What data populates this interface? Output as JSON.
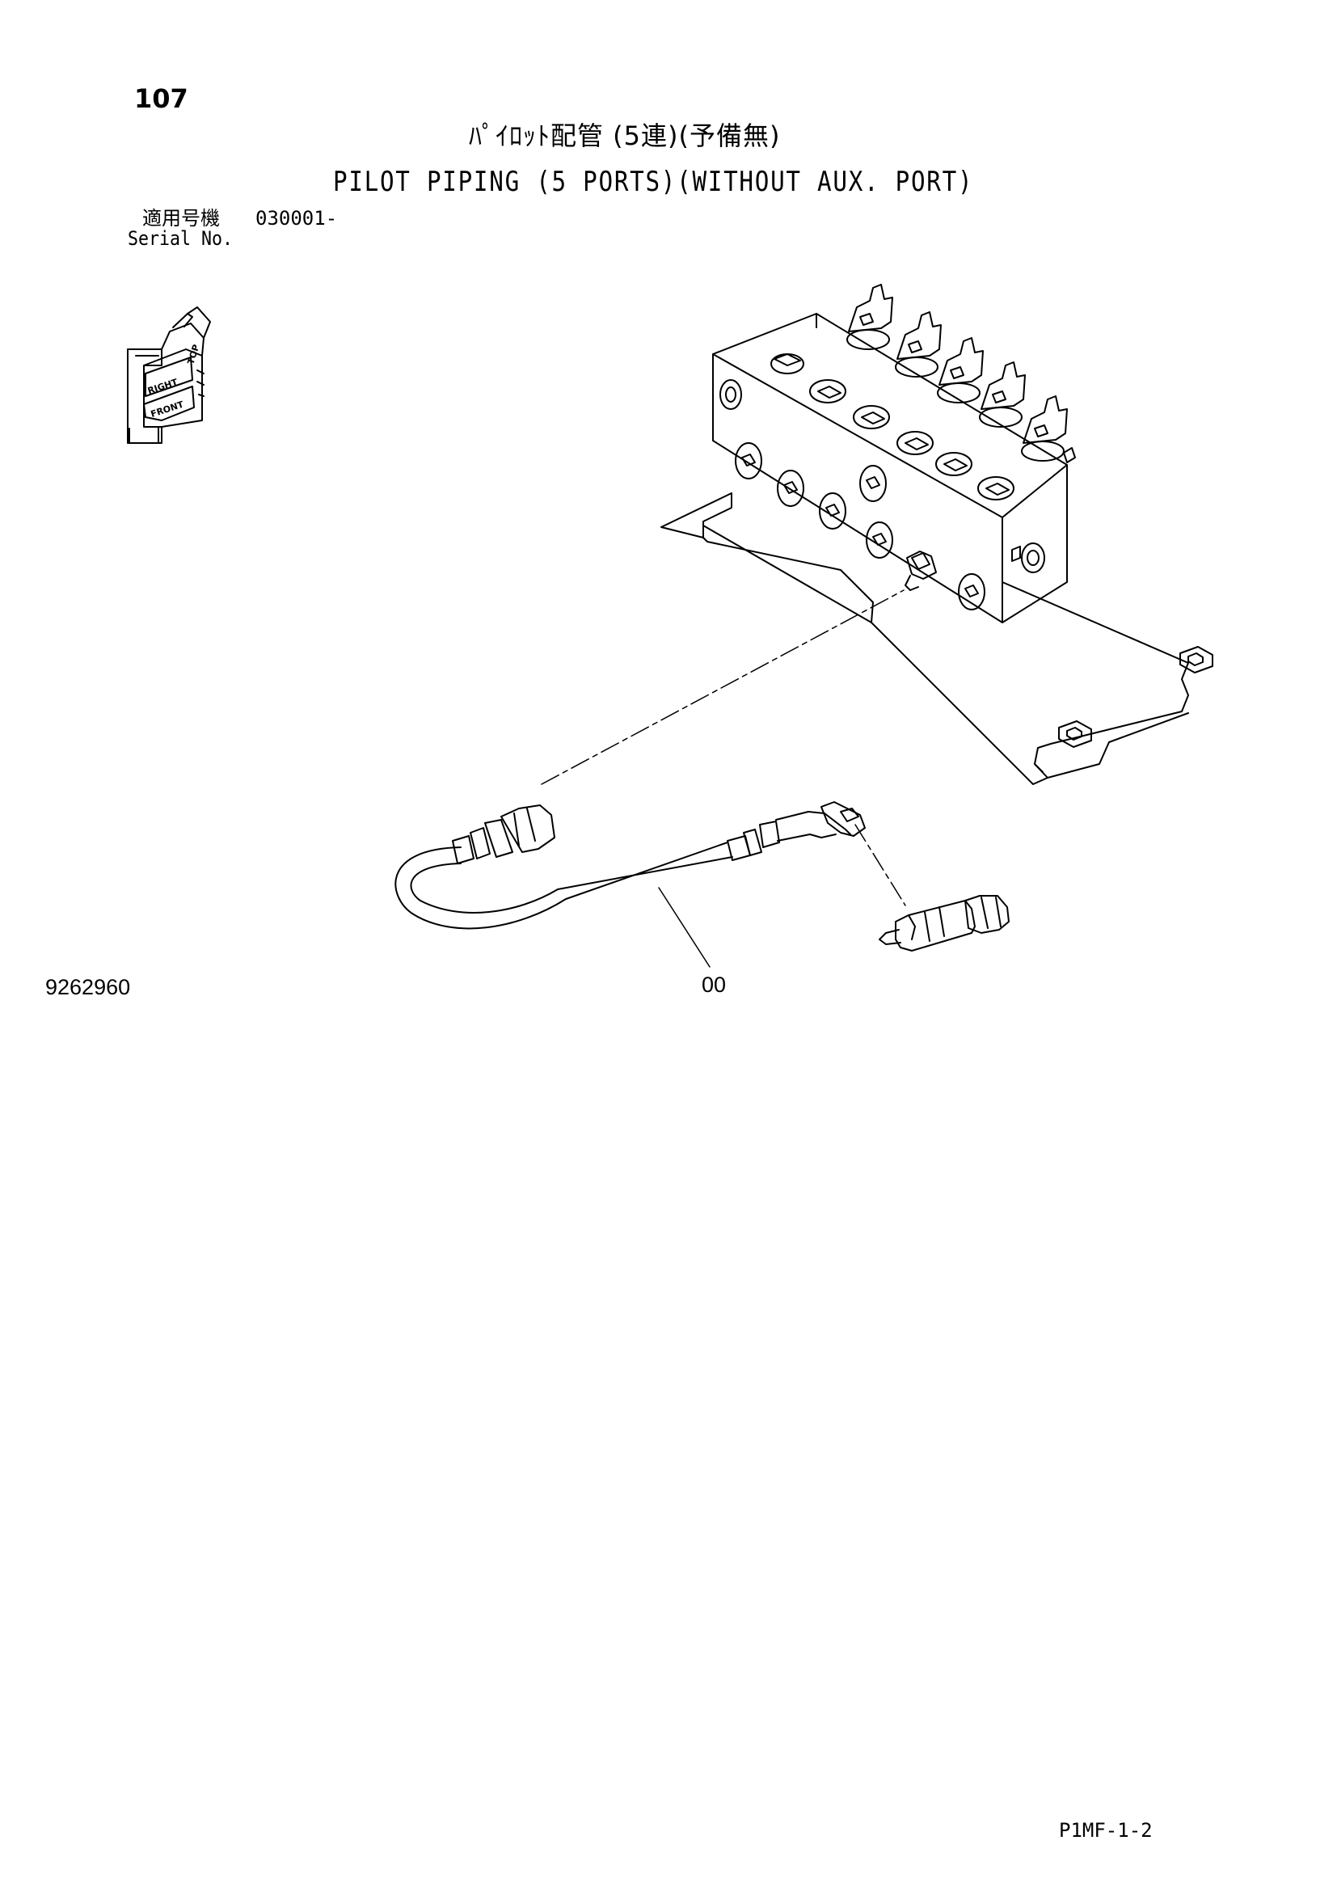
{
  "page_number": "107",
  "title_jp": "ﾊﾟｲﾛｯﾄ配管 (5連)(予備無)",
  "title_en": "PILOT PIPING (5 PORTS)(WITHOUT AUX. PORT)",
  "serial_label_jp": "適用号機",
  "serial_value": "030001-",
  "serial_label_en": "Serial No.",
  "orientation_labels": [
    "TOP",
    "RIGHT",
    "FRONT"
  ],
  "callout_label": "00",
  "part_number": "9262960",
  "footer_code": "P1MF-1-2",
  "icons": [
    "orientation-cube-icon"
  ]
}
